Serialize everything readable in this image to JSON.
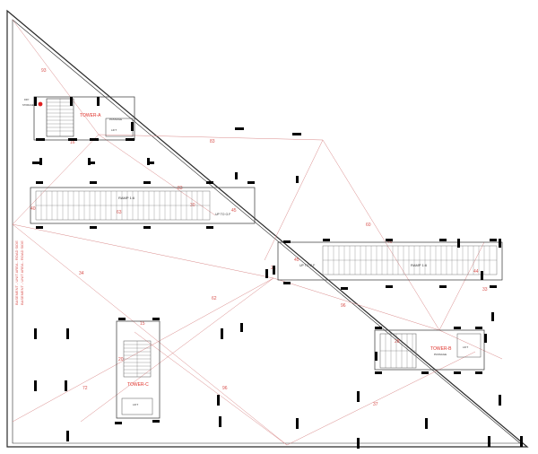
{
  "drawing": {
    "colors": {
      "outline": "#2b2b2b",
      "dims": "#d9534f",
      "column": "#000000",
      "tower_label": "#e0312a",
      "hatch": "#555555",
      "red_dot": "#e02020"
    },
    "towers": {
      "a": {
        "name": "TOWER-A",
        "sub1": "PASSAGE",
        "sub2": "LIFT",
        "note1": "DRY",
        "note2": "STORAGE"
      },
      "b": {
        "name": "TOWER-B",
        "sub1": "PASSAGE",
        "sub2": "LIFT"
      },
      "c": {
        "name": "TOWER-C",
        "sub1": "LIFT"
      }
    },
    "ramps": {
      "ramp1": {
        "label": "RAMP 1:6",
        "flat": "UP TO G.F"
      },
      "ramp2": {
        "label": "RAMP 1:6",
        "flat": "UP TO G.F"
      }
    },
    "side_note": "BASEMENT - UNIT AREA - ROAD SIDE",
    "dimensions": [
      "93",
      "83",
      "83",
      "60",
      "46",
      "40",
      "45",
      "45",
      "21",
      "34",
      "96",
      "62",
      "72",
      "96",
      "37",
      "33",
      "63",
      "30",
      "20",
      "15",
      "44",
      "28",
      "16"
    ]
  }
}
